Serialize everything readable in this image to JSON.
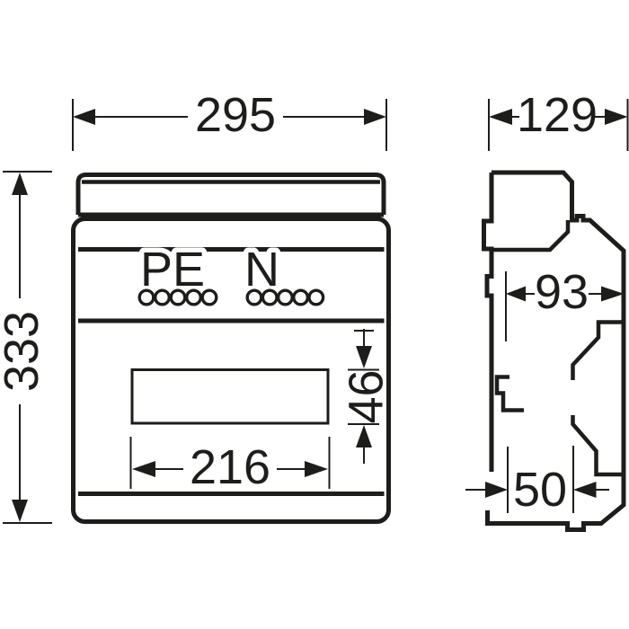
{
  "drawing": {
    "title": "enclosure-dimension-drawing",
    "colors": {
      "line": "#1d1d1b",
      "background": "#ffffff"
    },
    "front_view": {
      "terminal_labels": {
        "pe": "PE",
        "n": "N"
      },
      "pe_terminal_count": 5,
      "n_terminal_count": 5,
      "dimensions": {
        "overall_width": "295",
        "overall_height": "333",
        "window_width": "216",
        "window_height": "46"
      }
    },
    "side_view": {
      "dimensions": {
        "overall_depth": "129",
        "upper_depth": "93",
        "lower_offset": "50"
      }
    }
  }
}
